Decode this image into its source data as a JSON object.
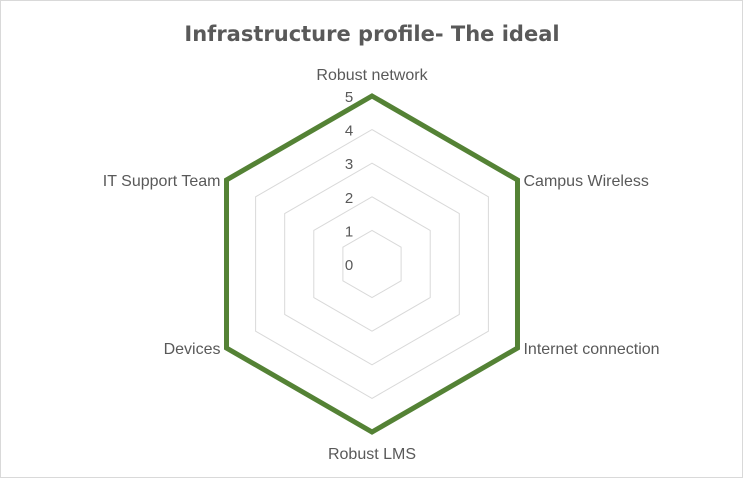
{
  "chart_data": {
    "type": "radar",
    "title": "Infrastructure  profile- The ideal",
    "categories": [
      "Robust network",
      "Campus Wireless",
      "Internet connection",
      "Robust LMS",
      "Devices",
      "IT Support Team"
    ],
    "series": [
      {
        "name": "The ideal",
        "values": [
          5,
          5,
          5,
          5,
          5,
          5
        ],
        "color": "#548235"
      }
    ],
    "rlim": [
      0,
      5
    ],
    "ticks": [
      0,
      1,
      2,
      3,
      4,
      5
    ],
    "grid": true,
    "grid_color": "#d9d9d9",
    "legend": "none"
  }
}
